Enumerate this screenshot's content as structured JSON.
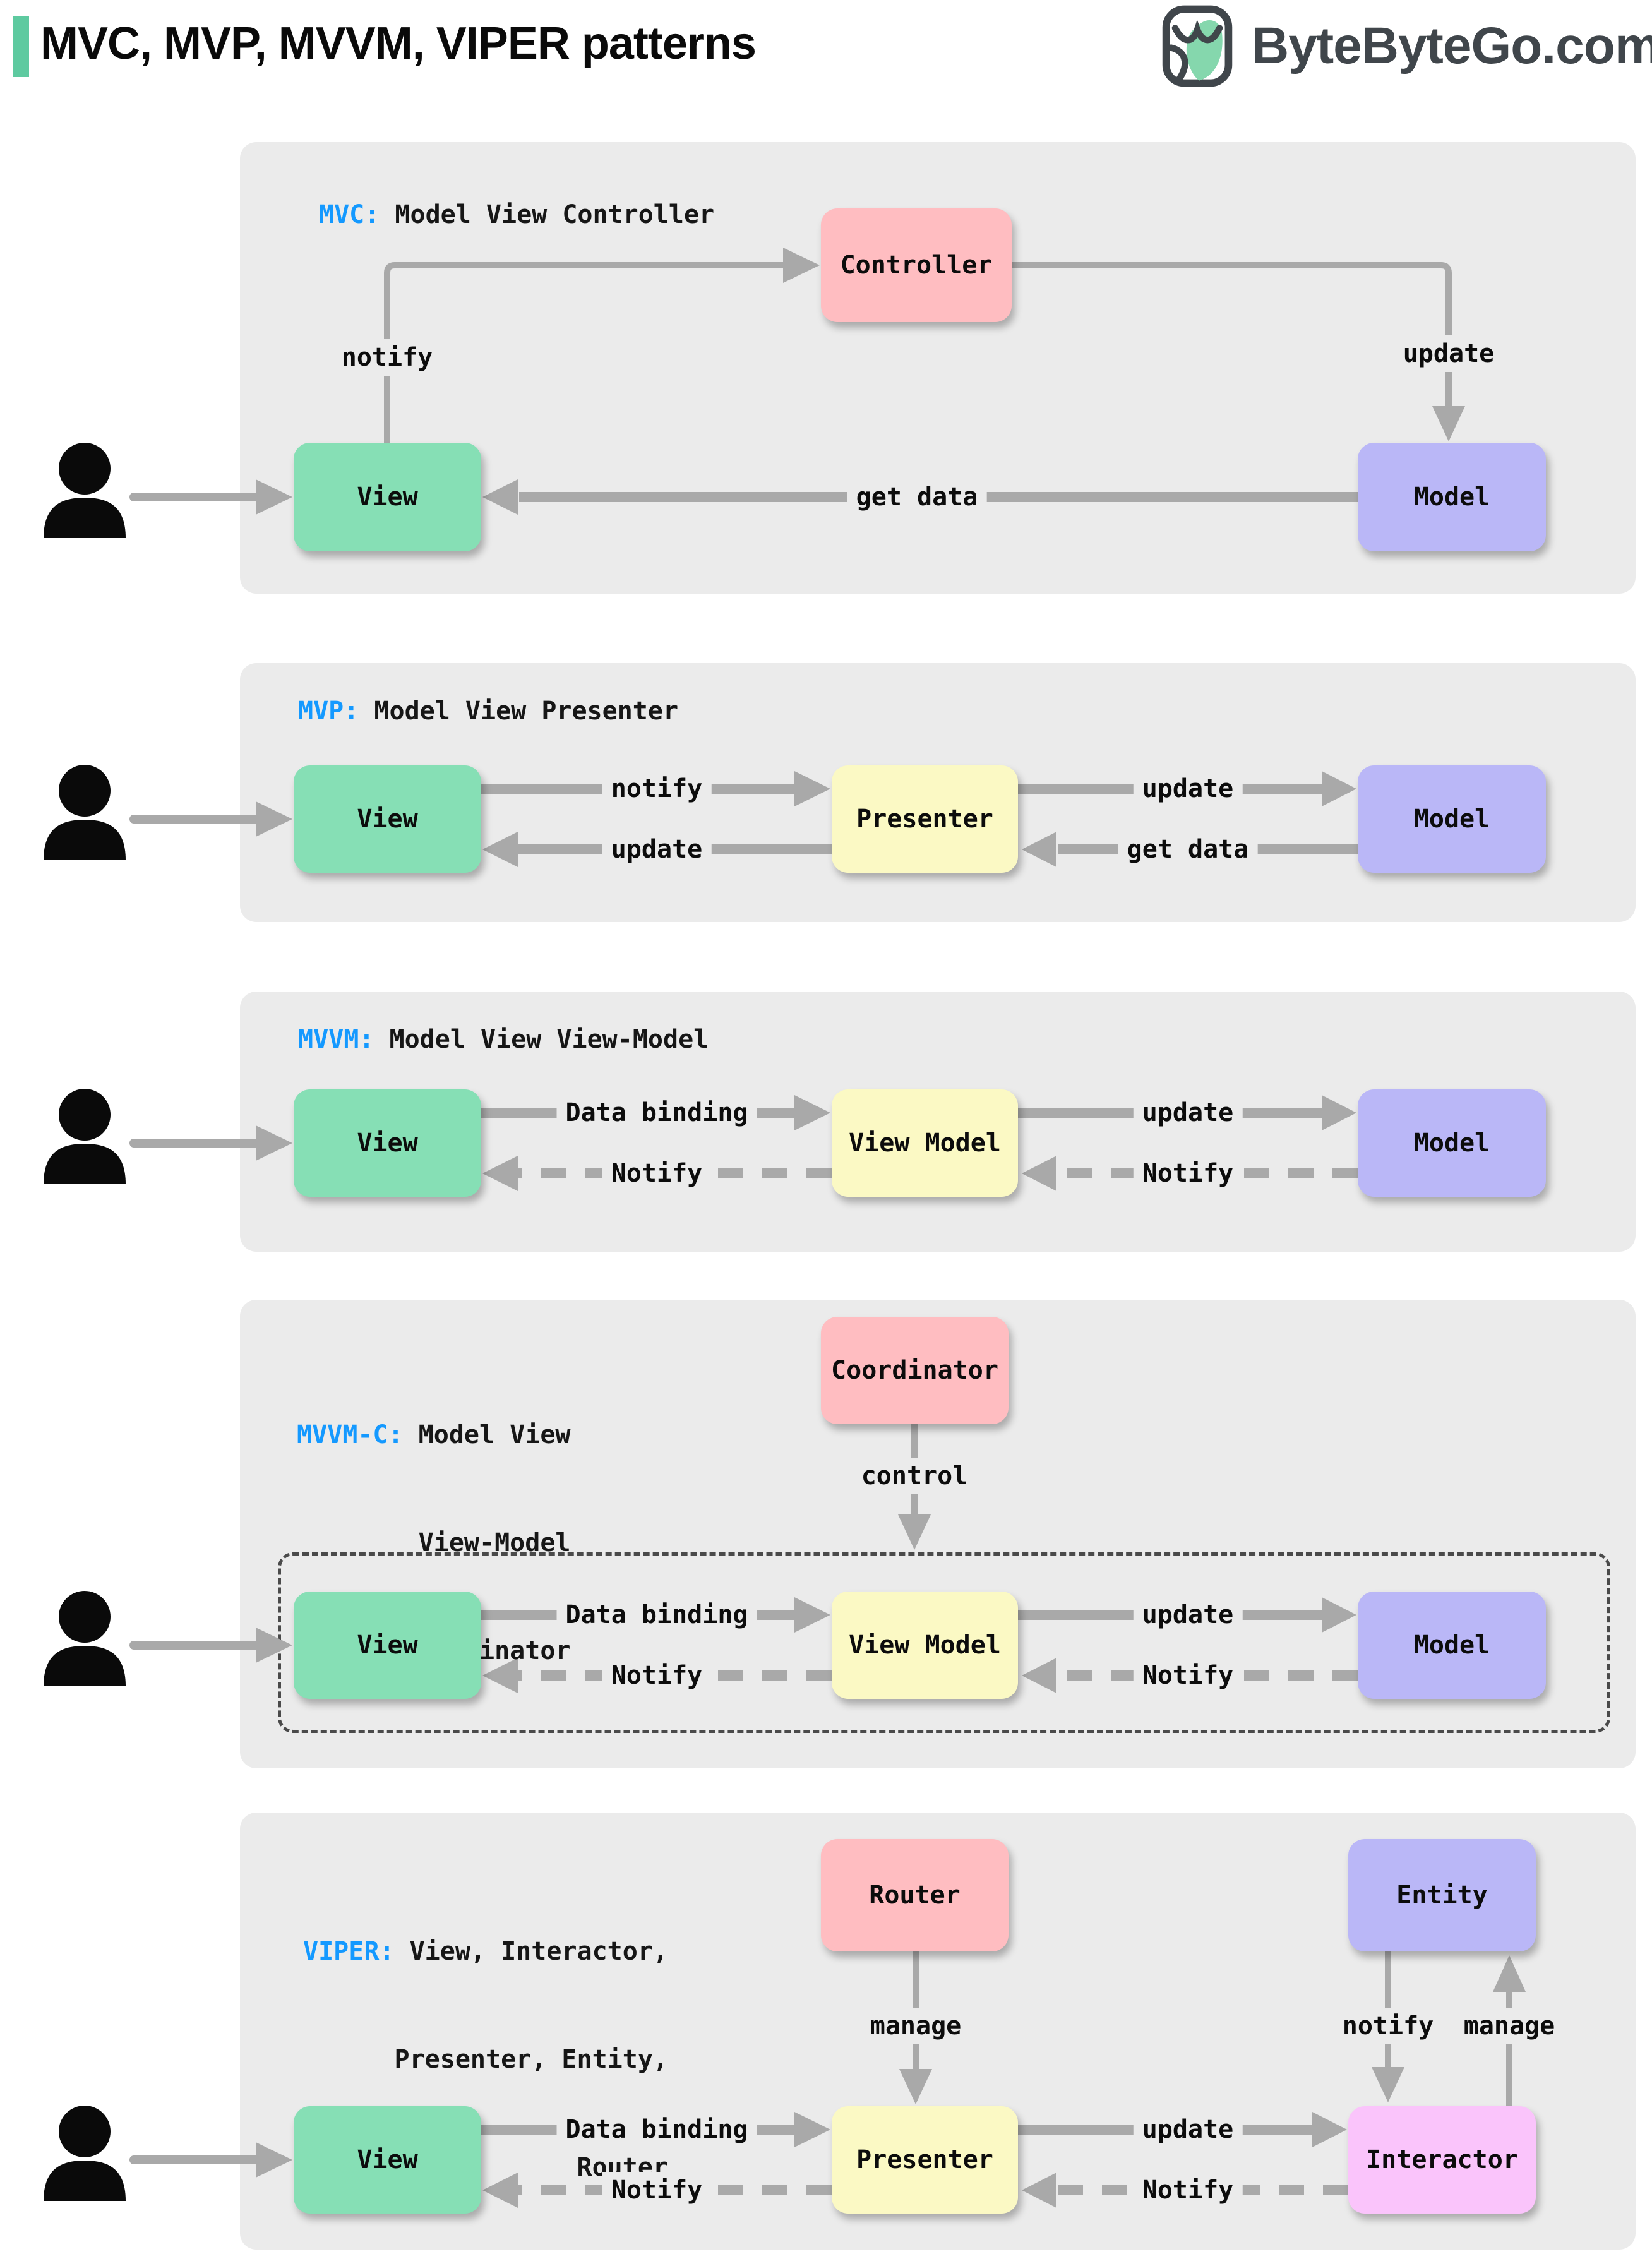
{
  "header": {
    "title": "MVC, MVP, MVVM, VIPER patterns",
    "brand": "ByteByteGo.com"
  },
  "colors": {
    "panel_bg": "#ebebeb",
    "box_green": "#86dfb5",
    "box_pink": "#ffbdc1",
    "box_purple": "#bab7f7",
    "box_yellow": "#fbf9c4",
    "box_magenta": "#fac4fb",
    "arrow": "#a9a9a9",
    "blue": "#1499ff",
    "accent_green": "#5ecaa0",
    "dashed_border": "#4a4a4a",
    "logo_gray": "#40464b"
  },
  "mvc": {
    "tag": "MVC:",
    "title": " Model View Controller",
    "controller": "Controller",
    "view": "View",
    "model": "Model",
    "notify": "notify",
    "update": "update",
    "get_data": "get data"
  },
  "mvp": {
    "tag": "MVP:",
    "title": " Model View Presenter",
    "view": "View",
    "presenter": "Presenter",
    "model": "Model",
    "notify": "notify",
    "update_to_view": "update",
    "update_to_model": "update",
    "get_data": "get data"
  },
  "mvvm": {
    "tag": "MVVM:",
    "title": " Model View View-Model",
    "view": "View",
    "view_model": "View Model",
    "model": "Model",
    "data_binding": "Data binding",
    "notify_to_view": "Notify",
    "update": "update",
    "notify_to_view_model": "Notify"
  },
  "mvvmc": {
    "tag": "MVVM-C:",
    "title_line1": " Model View",
    "title_line2": "View-Model",
    "title_line3": "Coordinator",
    "coordinator": "Coordinator",
    "control": "control",
    "view": "View",
    "view_model": "View Model",
    "model": "Model",
    "data_binding": "Data binding",
    "notify_to_view": "Notify",
    "update": "update",
    "notify_to_view_model": "Notify"
  },
  "viper": {
    "tag": "VIPER:",
    "title_line1": " View, Interactor,",
    "title_line2": "Presenter, Entity,",
    "title_line3": "Router",
    "router": "Router",
    "entity": "Entity",
    "view": "View",
    "presenter": "Presenter",
    "interactor": "Interactor",
    "manage_router": "manage",
    "notify_entity": "notify",
    "manage_entity": "manage",
    "data_binding": "Data binding",
    "notify_to_view": "Notify",
    "update": "update",
    "notify_to_presenter": "Notify"
  }
}
